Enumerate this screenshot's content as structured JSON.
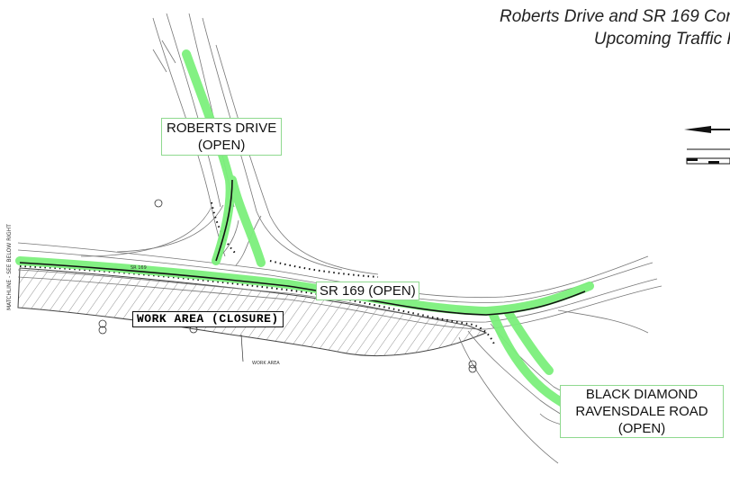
{
  "title": {
    "line1": "Roberts Drive and SR 169 Corr",
    "line2": "Upcoming Traffic F"
  },
  "labels": {
    "roberts_line1": "ROBERTS DRIVE",
    "roberts_line2": "(OPEN)",
    "sr169": "SR 169 (OPEN)",
    "black_diamond_line1": "BLACK DIAMOND",
    "black_diamond_line2": "RAVENSDALE ROAD",
    "black_diamond_line3": "(OPEN)",
    "work_area": "WORK AREA (CLOSURE)"
  },
  "plan_text": {
    "matchline": "MATCHLINE - SEE BELOW RIGHT",
    "work_area_small": "WORK AREA",
    "sr169_small": "SR 169"
  },
  "colors": {
    "open_route": "#7cf07c",
    "linework": "#555555",
    "title_text": "#222222"
  }
}
